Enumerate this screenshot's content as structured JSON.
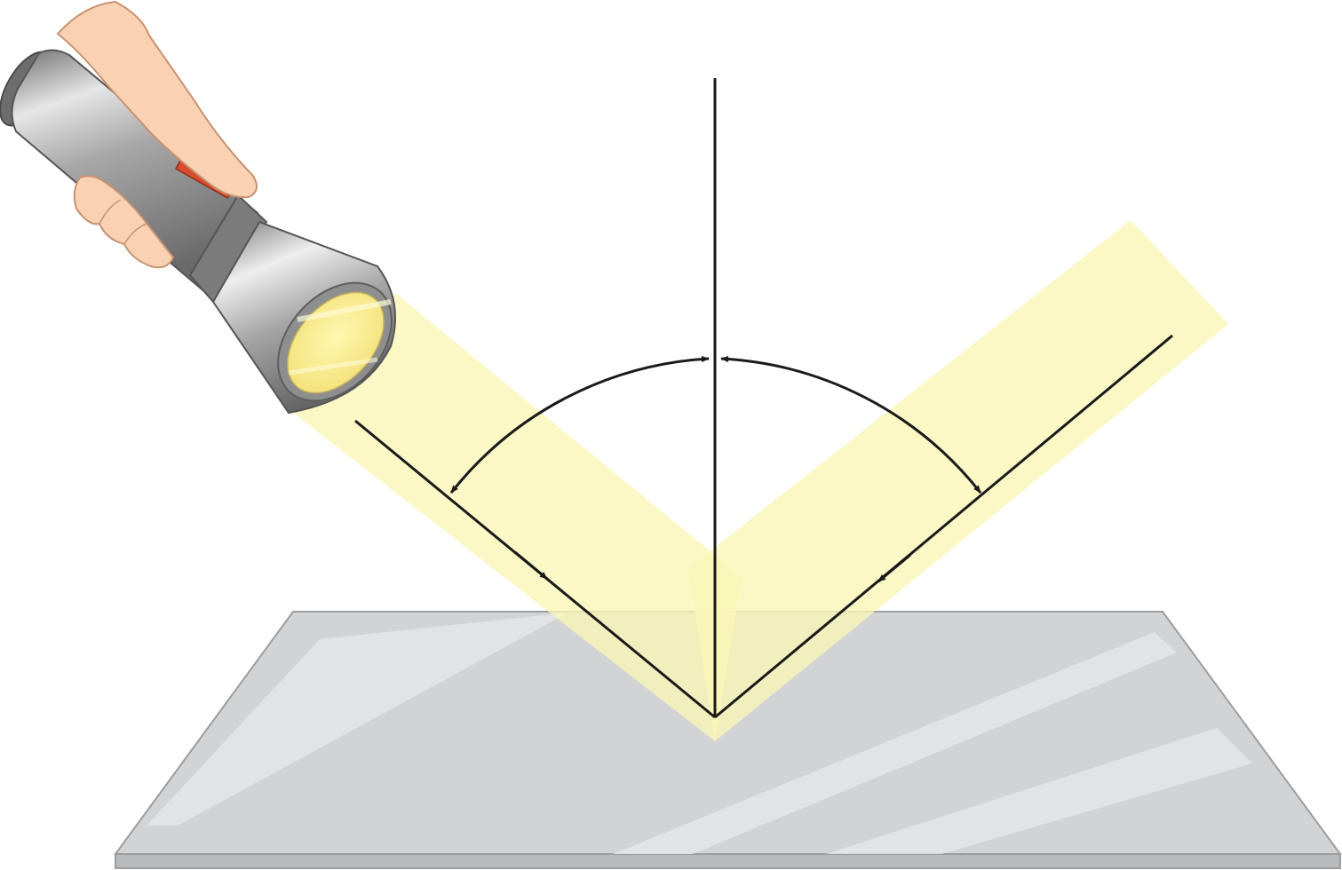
{
  "scene": {
    "subject": "reflection-of-light",
    "components": [
      "hand",
      "flashlight",
      "light-beam",
      "incident-ray",
      "reflected-ray",
      "normal-line",
      "angle-of-incidence-arc",
      "angle-of-reflection-arc",
      "mirror"
    ],
    "colors": {
      "background": "#ffffff",
      "beam": "#faf6b8",
      "lens": "#f6e98a",
      "lens_rim": "#8a8a8a",
      "flashlight_body": "#9a9a9a",
      "flashlight_highlight": "#e3e3e3",
      "flashlight_switch": "#d94b2a",
      "skin": "#f8d2b2",
      "skin_outline": "#c89272",
      "mirror_top": "#d2d3d5",
      "mirror_edge": "#a9aaac",
      "mirror_shine": "#e8e8e9",
      "ray_lines": "#1a1a1a"
    },
    "icons": {
      "arrowheads": "triangle-arrow-icon"
    }
  }
}
